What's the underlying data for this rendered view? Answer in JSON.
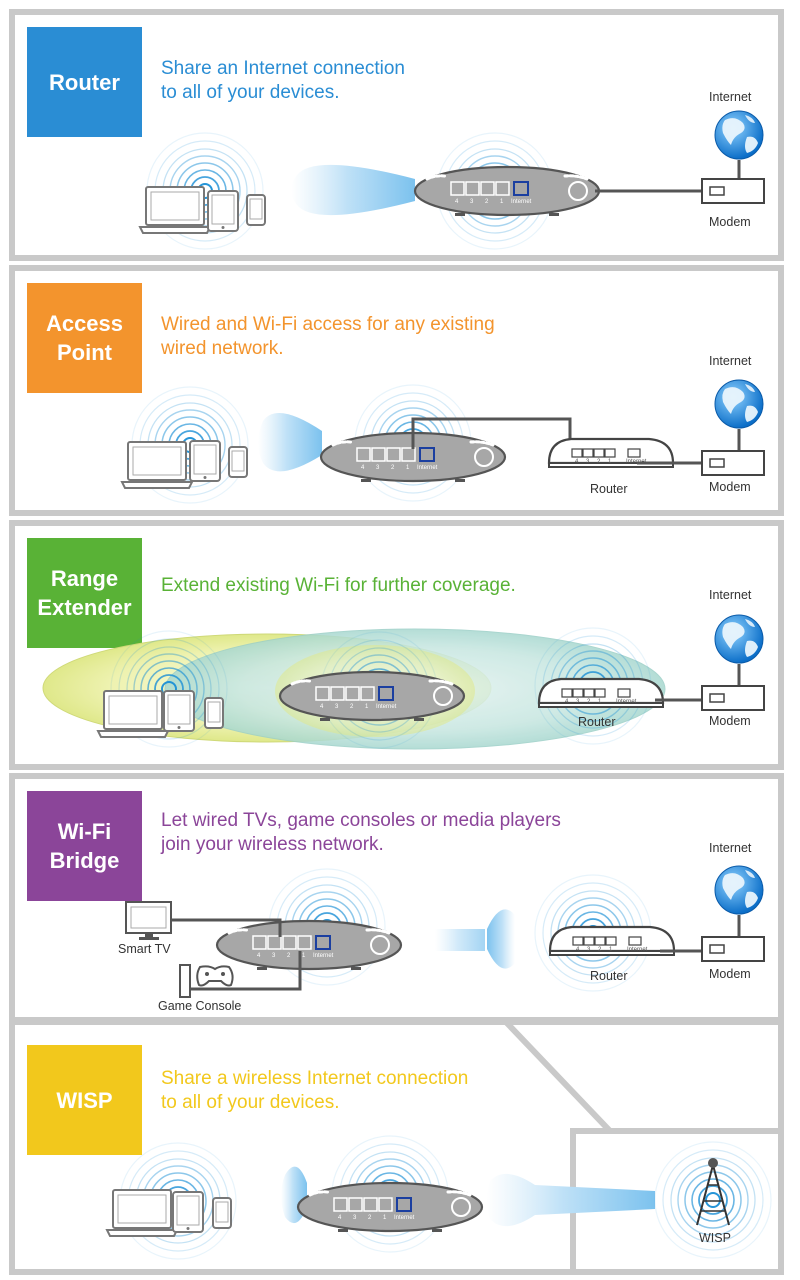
{
  "colors": {
    "router": "#2a8dd4",
    "access_point": "#f3942d",
    "range_extender": "#59b236",
    "wifi_bridge": "#8b4599",
    "wisp": "#f2c81c",
    "frame": "#c9c9c9",
    "device": "#a7a7a7",
    "wifi": "#1a8fd6"
  },
  "panels": {
    "router": {
      "badge": "Router",
      "tagline": "Share an Internet connection\nto all of your devices."
    },
    "access_point": {
      "badge": "Access\nPoint",
      "tagline": "Wired and Wi-Fi access for any existing\nwired network."
    },
    "range_extender": {
      "badge": "Range\nExtender",
      "tagline": "Extend existing Wi-Fi for further coverage."
    },
    "wifi_bridge": {
      "badge": "Wi-Fi\nBridge",
      "tagline": "Let wired TVs, game consoles or media players\njoin your wireless network."
    },
    "wisp": {
      "badge": "WISP",
      "tagline": "Share a wireless Internet connection\nto all of your devices."
    }
  },
  "labels": {
    "internet": "Internet",
    "modem": "Modem",
    "router": "Router",
    "smart_tv": "Smart TV",
    "game_console": "Game Console",
    "wisp": "WISP"
  },
  "ports": {
    "p4": "4",
    "p3": "3",
    "p2": "2",
    "p1": "1",
    "internet": "Internet"
  },
  "icons": [
    "laptop-icon",
    "tablet-icon",
    "phone-icon",
    "globe-icon",
    "modem-icon",
    "router-icon",
    "tv-icon",
    "game-console-icon",
    "wisp-tower-icon",
    "wifi-waves-icon"
  ]
}
